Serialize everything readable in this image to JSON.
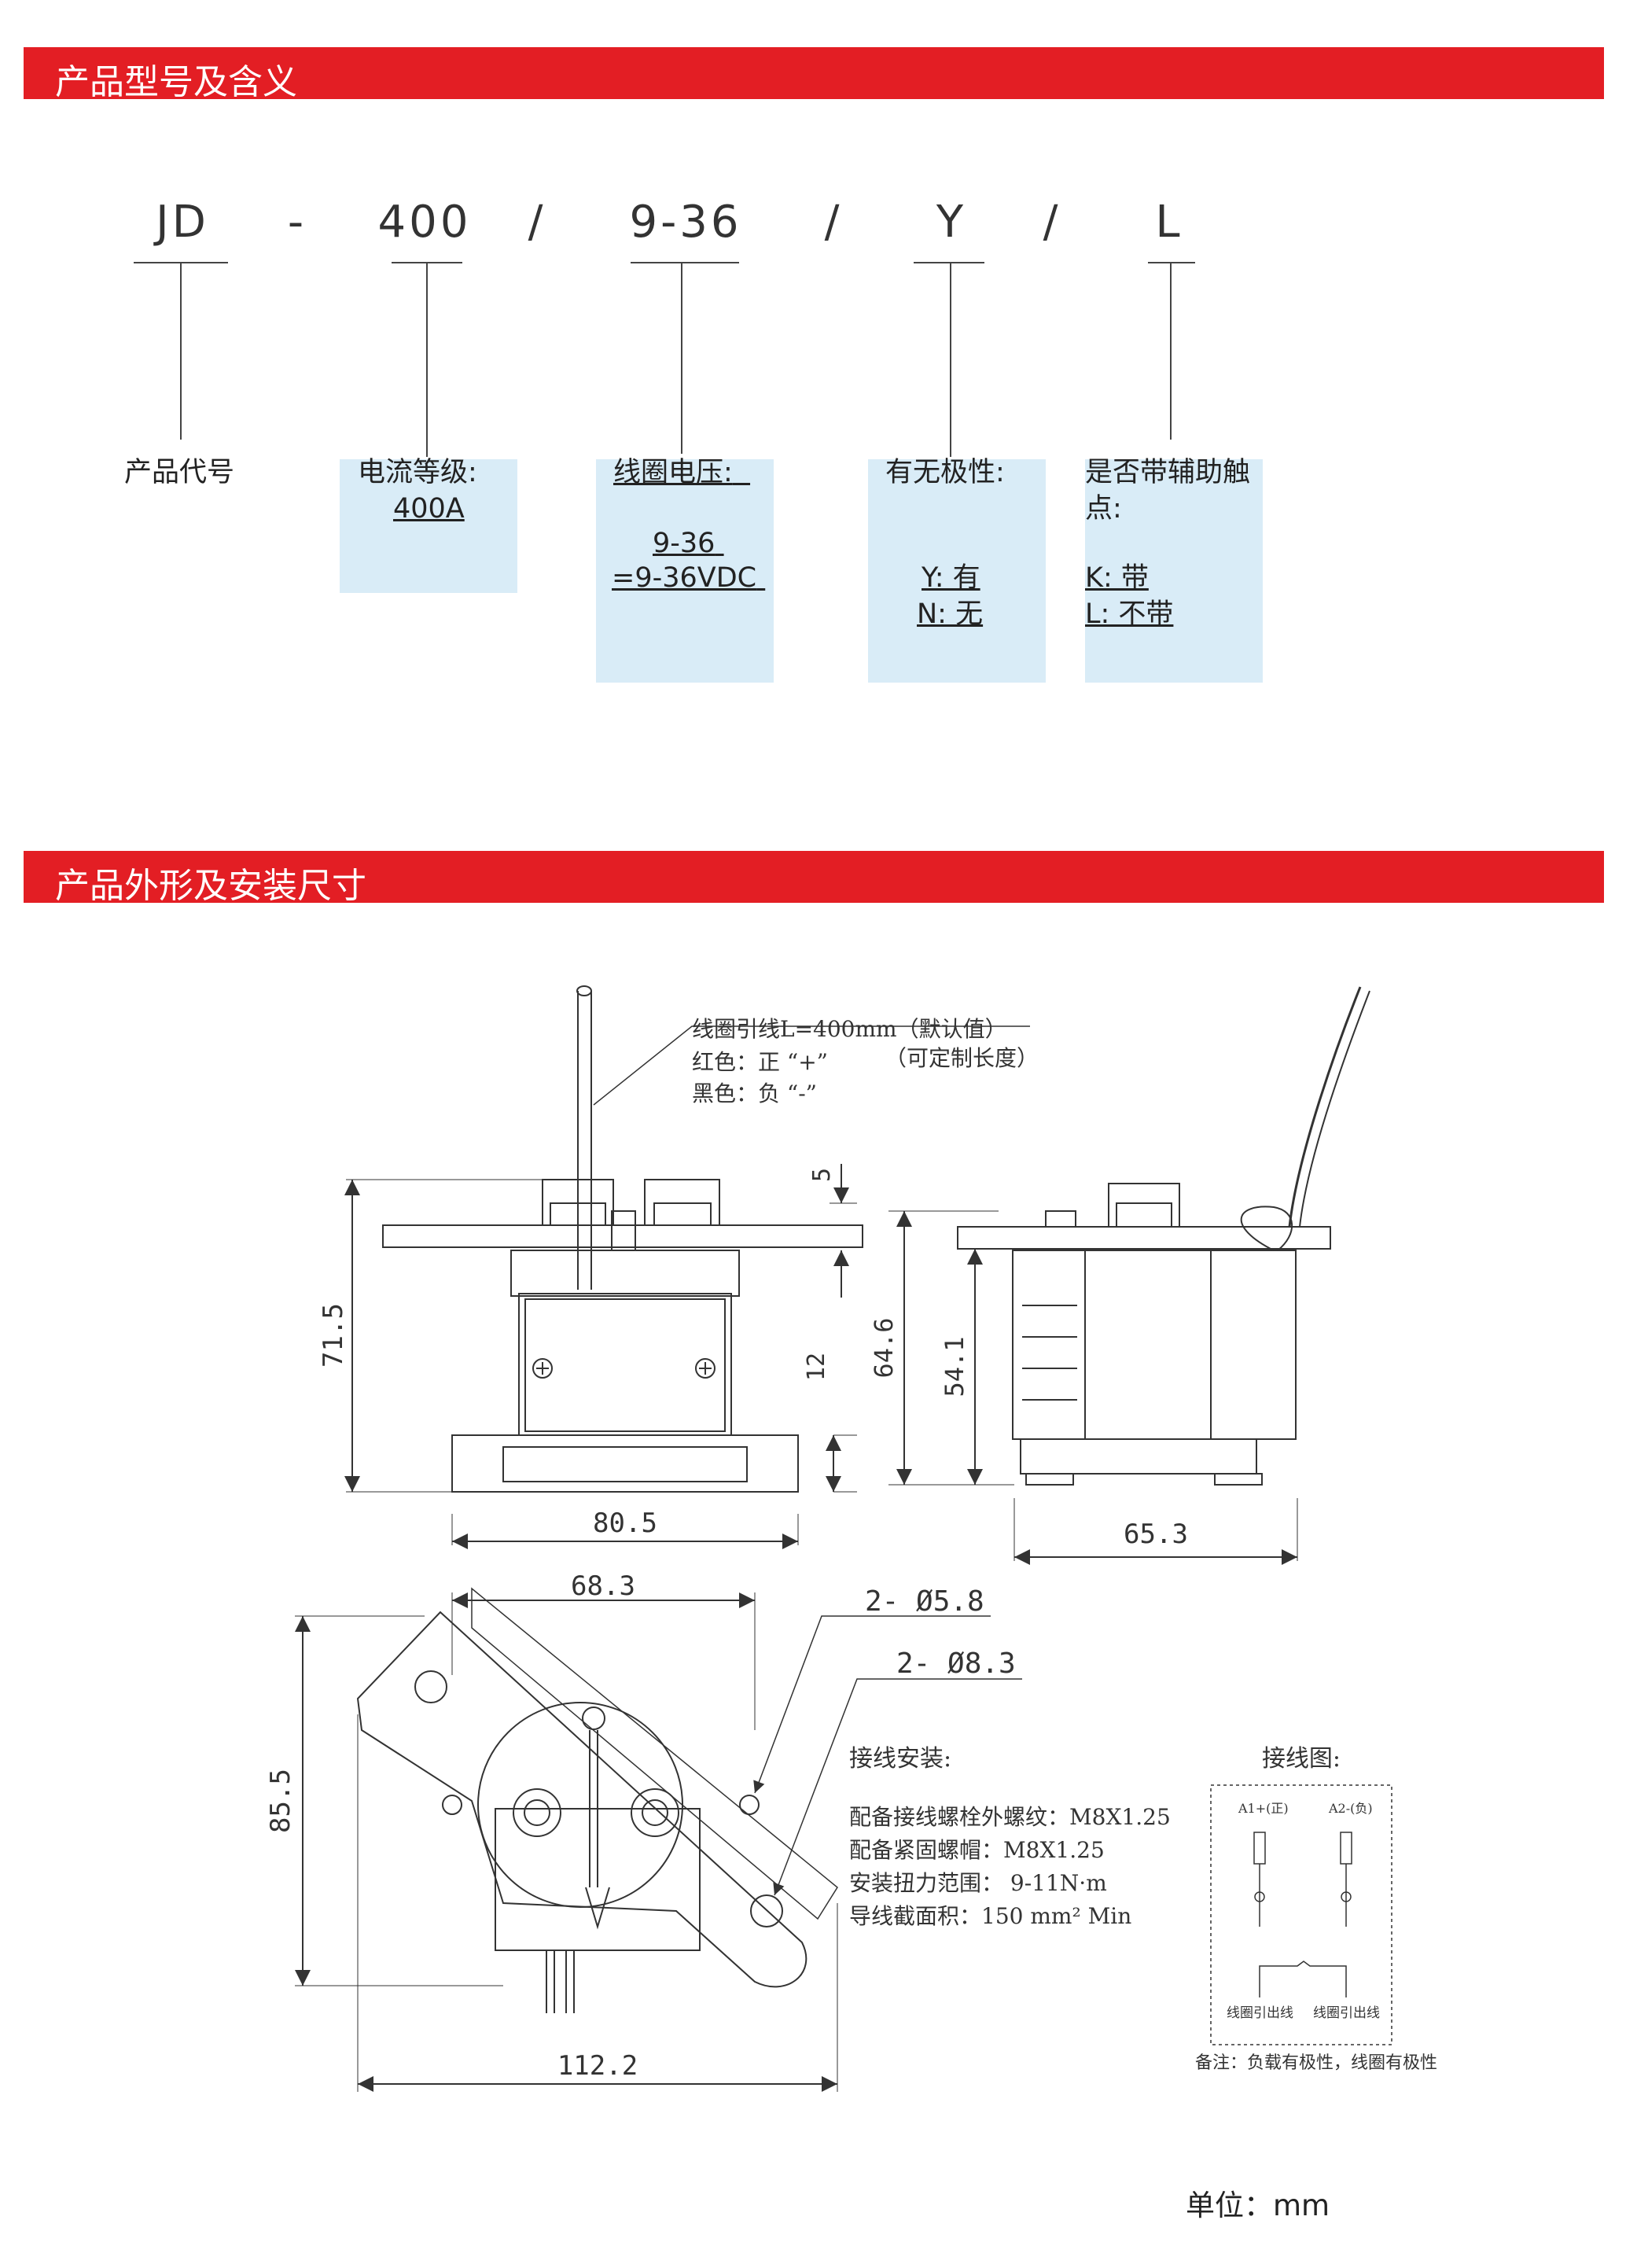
{
  "sections": {
    "model": "产品型号及含义",
    "dimensions": "产品外形及安装尺寸"
  },
  "model_code": {
    "parts": [
      "JD",
      "-",
      "400",
      "/",
      "9-36",
      "/",
      "Y",
      "/",
      "L"
    ]
  },
  "meanings": {
    "code_name": "产品代号",
    "current_title": "电流等级:",
    "current_value": "400A",
    "coil_title": "线圈电压:",
    "coil_value1": "9-36",
    "coil_value2": "=9-36VDC",
    "polarity_title": "有无极性:",
    "polarity_y": "Y: 有",
    "polarity_n": "N: 无",
    "aux_title1": "是否带辅助触",
    "aux_title2": "点:",
    "aux_k": "K: 带",
    "aux_l": "L: 不带"
  },
  "drawing": {
    "lead_note1": "线圈引线L=400mm（默认值）",
    "lead_note2": "红色：正 “+”",
    "lead_note3": "（可定制长度）",
    "lead_note4": "黑色：负 “-”",
    "dims": {
      "h_total": "71.5",
      "w_front": "80.5",
      "d5": "5",
      "d12": "12",
      "h_side1": "64.6",
      "h_side2": "54.1",
      "w_side": "65.3",
      "w_top": "68.3",
      "hole1": "2- Ø5.8",
      "hole2": "2- Ø8.3",
      "h_plan": "85.5",
      "w_plan": "112.2"
    },
    "install_title": "接线安装:",
    "install_lines": [
      "配备接线螺栓外螺纹：M8X1.25",
      "配备紧固螺帽：M8X1.25",
      "安装扭力范围：  9-11N·m",
      "导线截面积：150 mm² Min"
    ],
    "wiring_title": "接线图:",
    "wiring_a1": "A1+(正)",
    "wiring_a2": "A2-(负)",
    "wiring_lead1": "线圈引出线",
    "wiring_lead2": "线圈引出线",
    "wiring_note": "备注：负载有极性，线圈有极性"
  },
  "unit": "单位：mm"
}
